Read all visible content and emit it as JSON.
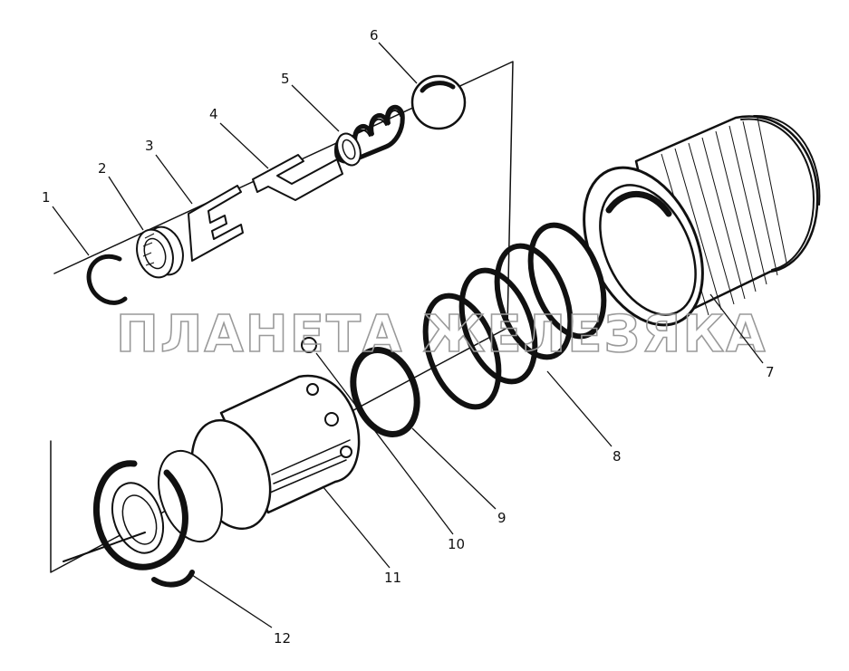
{
  "watermark": "ПЛАНЕТА ЖЕЛЕЗЯКА",
  "callouts": [
    {
      "id": "1",
      "label": "1"
    },
    {
      "id": "2",
      "label": "2"
    },
    {
      "id": "3",
      "label": "3"
    },
    {
      "id": "4",
      "label": "4"
    },
    {
      "id": "5",
      "label": "5"
    },
    {
      "id": "6",
      "label": "6"
    },
    {
      "id": "7",
      "label": "7"
    },
    {
      "id": "8",
      "label": "8"
    },
    {
      "id": "9",
      "label": "9"
    },
    {
      "id": "10",
      "label": "10"
    },
    {
      "id": "11",
      "label": "11"
    },
    {
      "id": "12",
      "label": "12"
    }
  ]
}
